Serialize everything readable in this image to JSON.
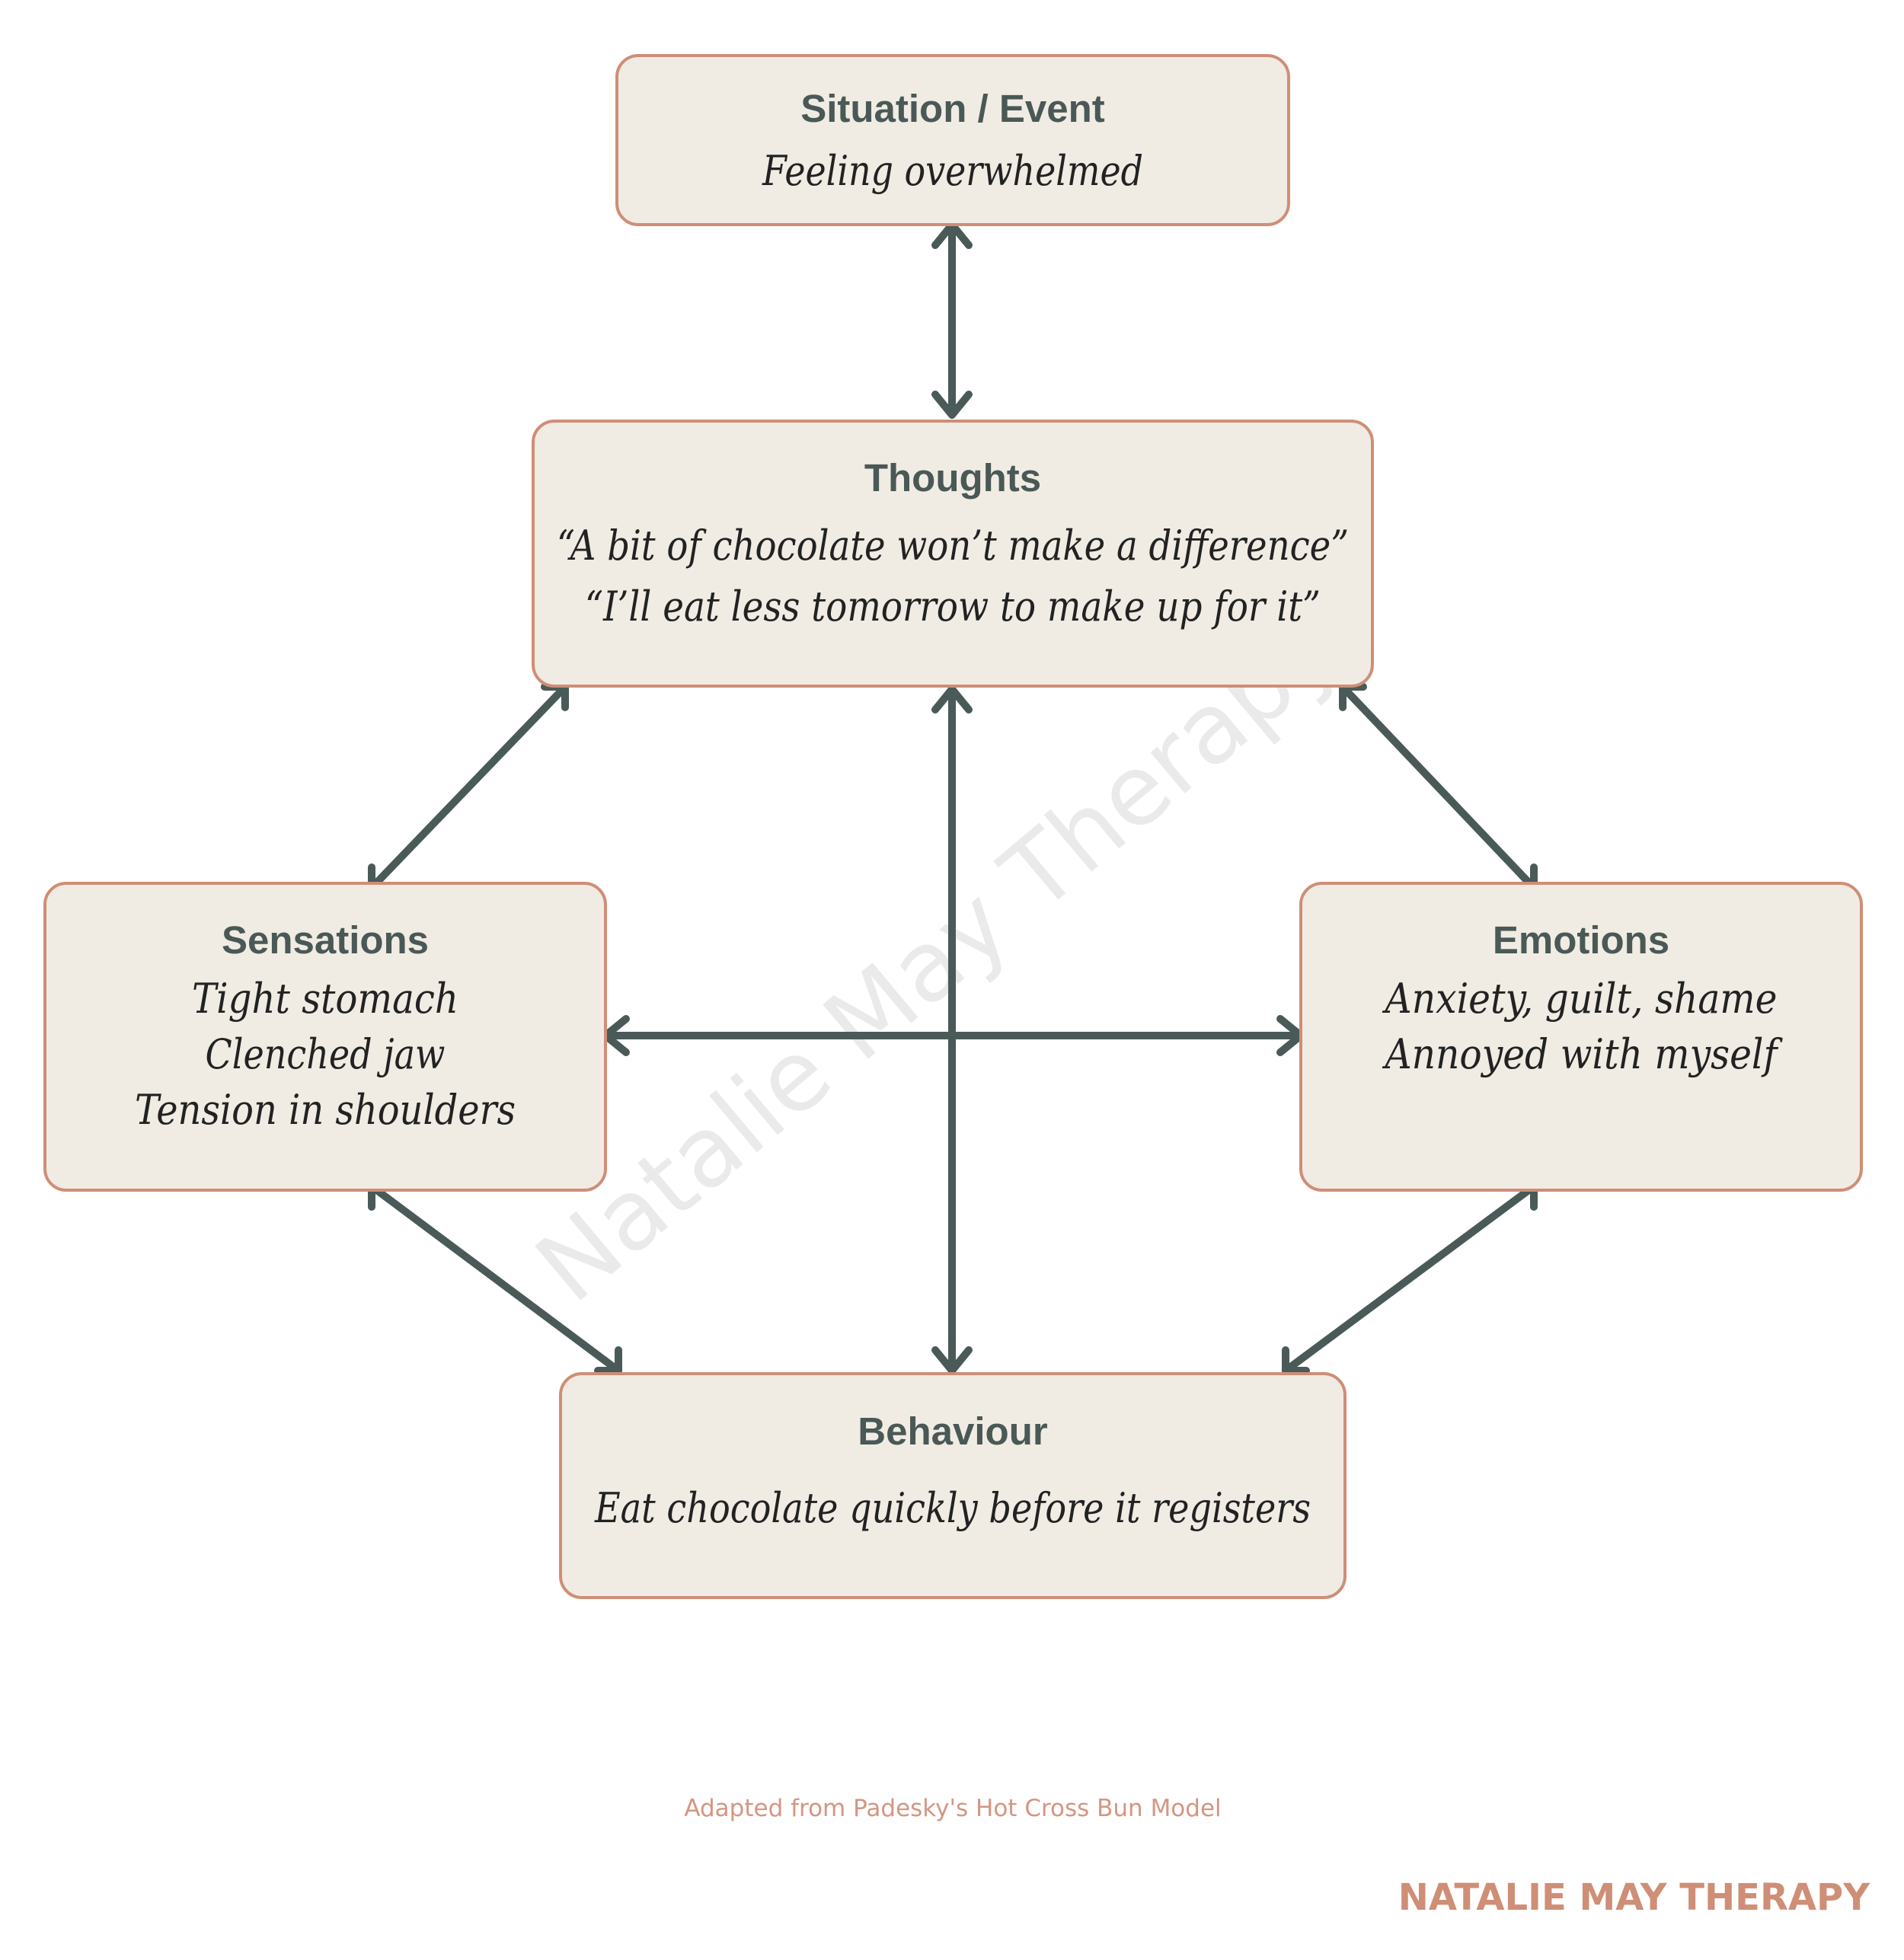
{
  "diagram": {
    "nodes": {
      "situation": {
        "title": "Situation / Event",
        "lines": [
          "Feeling overwhelmed"
        ]
      },
      "thoughts": {
        "title": "Thoughts",
        "lines": [
          "“A bit of chocolate won’t make a difference”",
          "“I’ll eat less tomorrow to make up for it”"
        ]
      },
      "sensations": {
        "title": "Sensations",
        "lines": [
          "Tight stomach",
          "Clenched jaw",
          "Tension in shoulders"
        ]
      },
      "emotions": {
        "title": "Emotions",
        "lines": [
          "Anxiety, guilt, shame",
          "Annoyed with myself"
        ]
      },
      "behaviour": {
        "title": "Behaviour",
        "lines": [
          "Eat chocolate quickly before it registers"
        ]
      }
    },
    "edges": [
      {
        "from": "situation",
        "to": "thoughts",
        "direction": "both"
      },
      {
        "from": "thoughts",
        "to": "sensations",
        "direction": "both"
      },
      {
        "from": "thoughts",
        "to": "emotions",
        "direction": "both"
      },
      {
        "from": "thoughts",
        "to": "behaviour",
        "direction": "both"
      },
      {
        "from": "sensations",
        "to": "emotions",
        "direction": "both"
      },
      {
        "from": "sensations",
        "to": "behaviour",
        "direction": "both"
      },
      {
        "from": "emotions",
        "to": "behaviour",
        "direction": "both"
      }
    ]
  },
  "watermark": "Natalie May Therapy",
  "credit": "Adapted from Padesky's Hot Cross Bun Model",
  "brand": "NATALIE MAY THERAPY",
  "colors": {
    "box_fill": "#f0ece4",
    "box_border": "#cf8e76",
    "arrow": "#4a5a58",
    "title_text": "#4a5856",
    "brand": "#cf8e76"
  }
}
